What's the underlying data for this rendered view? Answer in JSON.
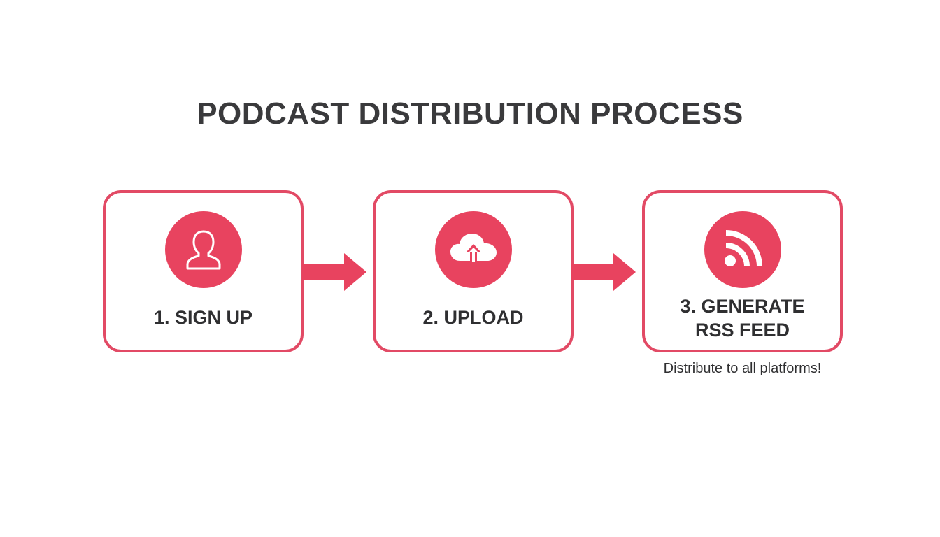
{
  "title": "PODCAST DISTRIBUTION PROCESS",
  "colors": {
    "accent": "#e8435f",
    "border": "#e24a65",
    "text": "#2f2f31"
  },
  "steps": [
    {
      "label": "1. SIGN UP",
      "icon": "user-icon"
    },
    {
      "label": "2. UPLOAD",
      "icon": "cloud-upload-icon"
    },
    {
      "label_line1": "3. GENERATE",
      "label_line2": "RSS FEED",
      "icon": "rss-icon"
    }
  ],
  "caption": "Distribute to all platforms!"
}
